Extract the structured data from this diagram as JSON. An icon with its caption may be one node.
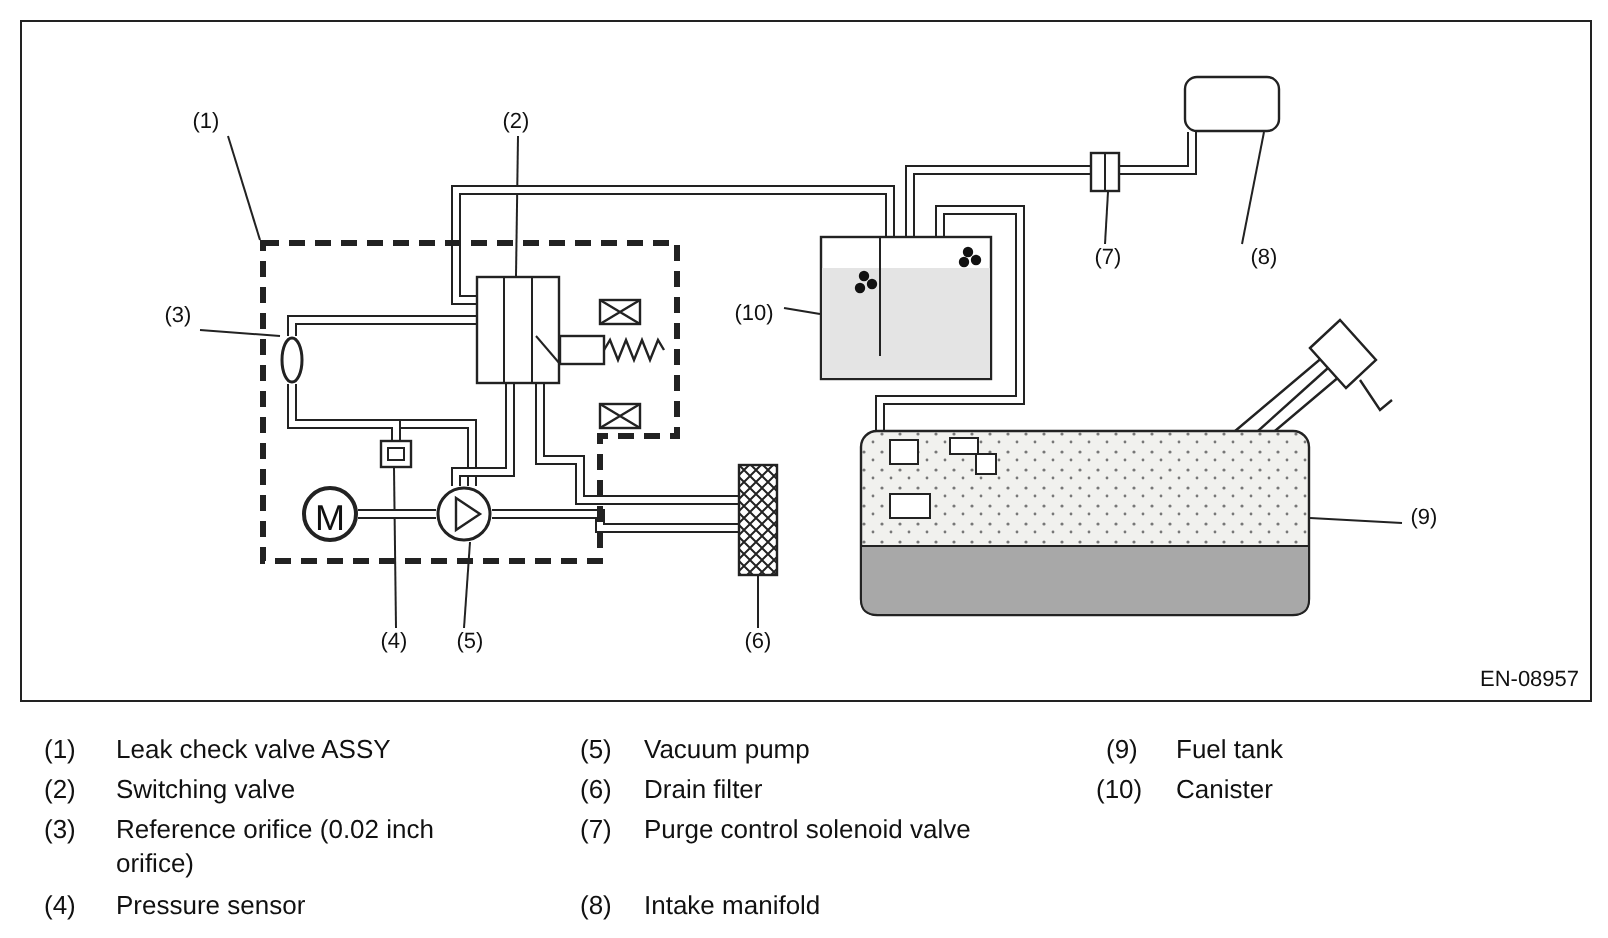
{
  "diagram": {
    "nodes": [
      {
        "text": [
          "(1)"
        ]
      },
      {
        "text": [],
        "shape": "box"
      },
      {
        "text": [
          "(2)"
        ]
      },
      {
        "text": [],
        "shape": "box",
        "in": 1
      },
      {
        "text": [
          "(3)"
        ]
      },
      {
        "text": [],
        "shape": "circle",
        "in": 1
      },
      {
        "text": [
          "(4)"
        ]
      },
      {
        "text": [],
        "shape": "box",
        "in": 1
      },
      {
        "text": [
          "(5)"
        ]
      },
      {
        "text": [],
        "shape": "circle",
        "in": 1
      },
      {
        "text": [
          "(6)"
        ]
      },
      {
        "text": [],
        "shape": "box"
      },
      {
        "text": [
          "(7)"
        ]
      },
      {
        "text": [],
        "shape": "box"
      },
      {
        "text": [
          "(8)"
        ]
      },
      {
        "text": [],
        "shape": "box"
      },
      {
        "text": [
          "(9)"
        ]
      },
      {
        "text": [],
        "shape": "box"
      },
      {
        "text": [
          "(10)"
        ]
      },
      {
        "text": [],
        "shape": "box"
      },
      {
        "text": [
          "M"
        ],
        "in": 1
      }
    ],
    "edges": [
      {
        "from": 0,
        "to": 1,
        "arrow": "none"
      },
      {
        "from": 2,
        "to": 3,
        "arrow": "none"
      },
      {
        "from": 4,
        "to": 5,
        "arrow": "none"
      },
      {
        "from": 6,
        "to": 7,
        "arrow": "none"
      },
      {
        "from": 8,
        "to": 9,
        "arrow": "none"
      },
      {
        "from": 10,
        "to": 11,
        "arrow": "none"
      },
      {
        "from": 12,
        "to": 13,
        "arrow": "none"
      },
      {
        "from": 14,
        "to": 15,
        "arrow": "none"
      },
      {
        "from": 16,
        "to": 17,
        "arrow": "none"
      },
      {
        "from": 18,
        "to": 19,
        "arrow": "none"
      },
      {
        "from": 3,
        "to": 19,
        "arrow": "none"
      },
      {
        "from": 19,
        "to": 13,
        "arrow": "none"
      },
      {
        "from": 13,
        "to": 15,
        "arrow": "none"
      },
      {
        "from": 19,
        "to": 17,
        "arrow": "none"
      },
      {
        "from": 3,
        "to": 5,
        "arrow": "none"
      },
      {
        "from": 5,
        "to": 9,
        "arrow": "none"
      },
      {
        "from": 5,
        "to": 7,
        "arrow": "none"
      },
      {
        "from": 3,
        "to": 9,
        "arrow": "none"
      },
      {
        "from": 3,
        "to": 11,
        "arrow": "none"
      },
      {
        "from": 9,
        "to": 11,
        "arrow": "none"
      },
      {
        "from": 20,
        "to": 9,
        "arrow": "none"
      }
    ],
    "labels": [
      "EN-08957",
      "(1)",
      "Leak check valve ASSY",
      "(5)",
      "Vacuum pump",
      "(9)",
      "Fuel tank",
      "(2)",
      "Switching valve",
      "(6)",
      "Drain filter",
      "(10)",
      "Canister",
      "(3)",
      "Reference orifice (0.02 inch orifice)",
      "(7)",
      "Purge control solenoid valve",
      "(4)",
      "Pressure sensor",
      "(8)",
      "Intake manifold"
    ]
  }
}
